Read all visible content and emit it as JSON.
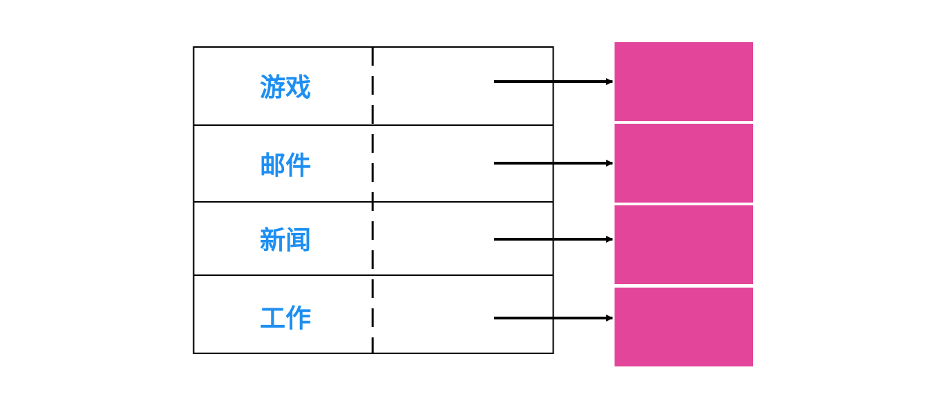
{
  "diagram": {
    "rows": [
      {
        "label": "游戏"
      },
      {
        "label": "邮件"
      },
      {
        "label": "新闻"
      },
      {
        "label": "工作"
      }
    ],
    "colors": {
      "label_text": "#1e8ff2",
      "target_block": "#e2459a",
      "lines": "#000000",
      "background": "#ffffff"
    }
  }
}
